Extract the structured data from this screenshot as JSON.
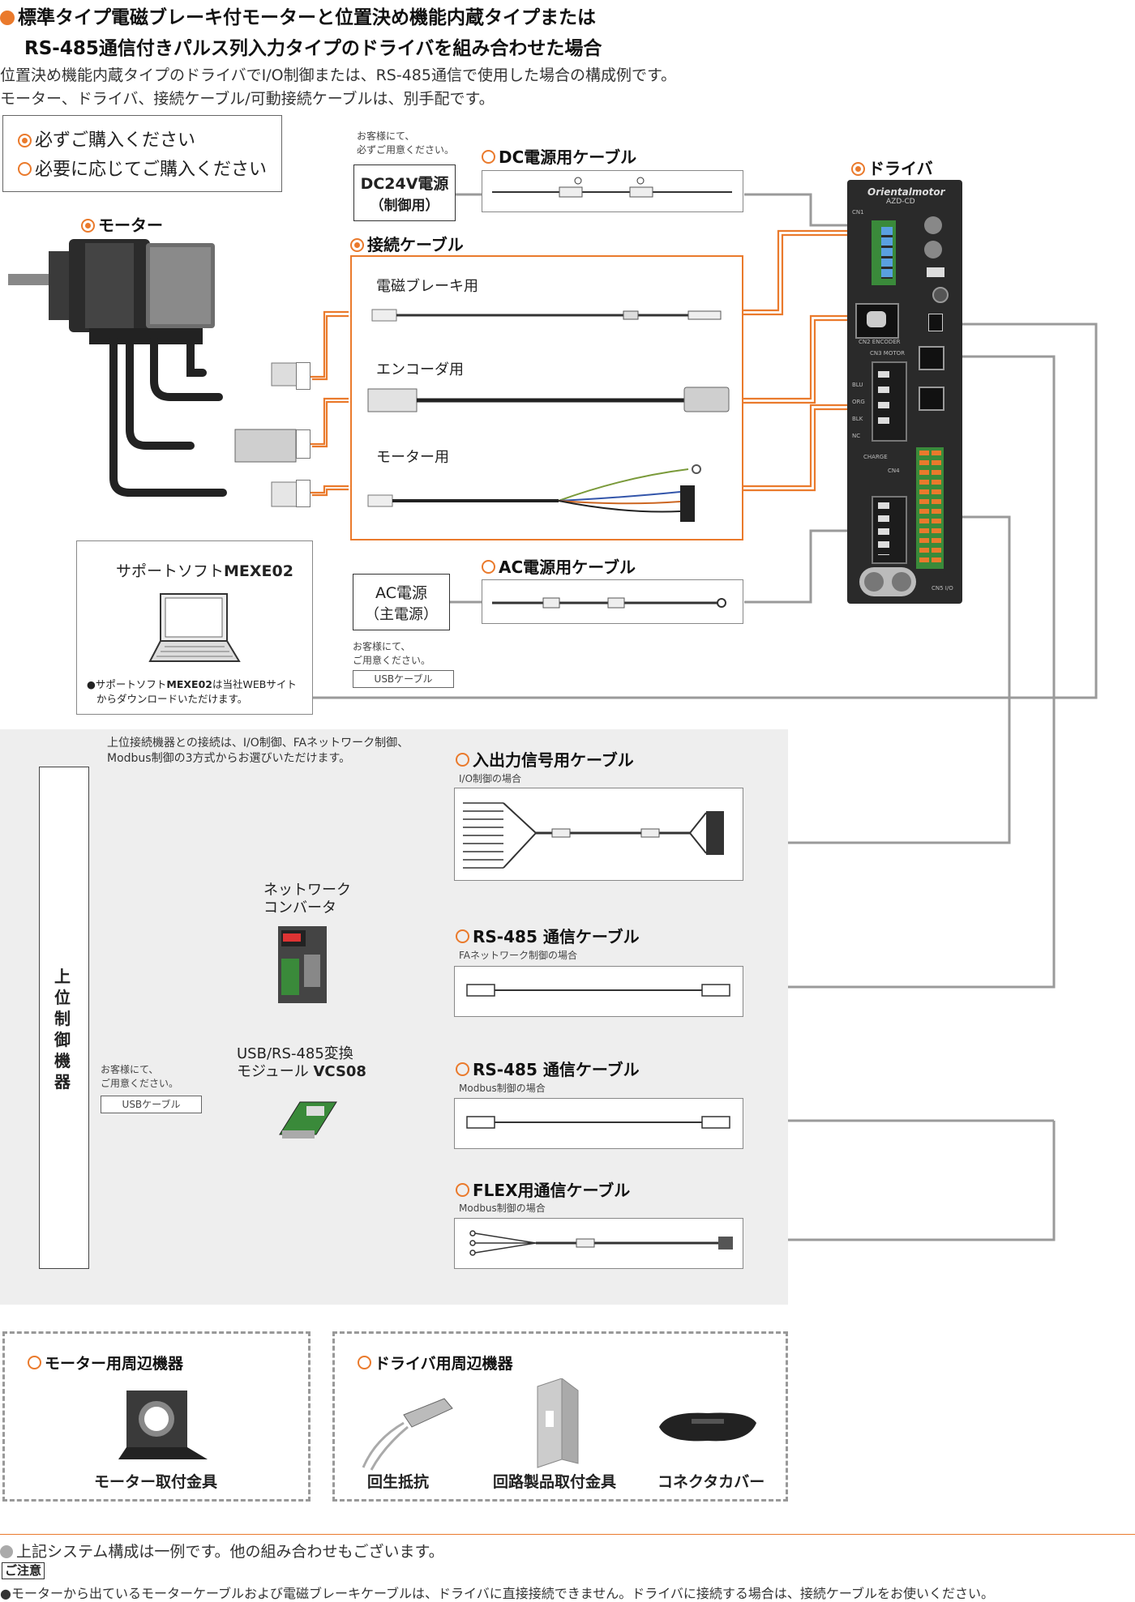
{
  "header": {
    "title_line1": "標準タイプ電磁ブレーキ付モーターと位置決め機能内蔵タイプまたは",
    "title_line2": "RS-485通信付きパルス列入力タイプのドライバを組み合わせた場合",
    "desc_line1": "位置決め機能内蔵タイプのドライバでI/O制御または、RS-485通信で使用した場合の構成例です。",
    "desc_line2": "モーター、ドライバ、接続ケーブル/可動接続ケーブルは、別手配です。"
  },
  "legend": {
    "required": "必ずご購入ください",
    "optional": "必要に応じてご購入ください"
  },
  "motor": {
    "label": "モーター"
  },
  "driver": {
    "label": "ドライバ",
    "brand": "Orientalmotor",
    "model": "AZD-CD",
    "port_cn1": "CN1",
    "port_cn2": "CN2 ENCODER",
    "port_cn3": "CN3 MOTOR",
    "port_cn4": "CN4",
    "port_cn5": "CN5",
    "port_io": "CN5 I/O",
    "charge": "CHARGE",
    "motor_pins": [
      "BLU",
      "ORG",
      "BLK",
      "NC"
    ]
  },
  "dc_power": {
    "note_line1": "お客様にて、",
    "note_line2": "必ずご用意ください。",
    "label_line1": "DC24V電源",
    "label_line2": "（制御用）",
    "cable_label": "DC電源用ケーブル"
  },
  "connection_cables": {
    "title": "接続ケーブル",
    "brake": "電磁ブレーキ用",
    "encoder": "エンコーダ用",
    "motor": "モーター用"
  },
  "support_soft": {
    "title_prefix": "サポートソフト",
    "title_bold": "MEXE02",
    "note_prefix": "●サポートソフト",
    "note_bold": "MEXE02",
    "note_rest": "は当社WEBサイト",
    "note_line2": "からダウンロードいただけます。"
  },
  "ac_power": {
    "label_line1": "AC電源",
    "label_line2": "（主電源）",
    "cable_label": "AC電源用ケーブル"
  },
  "usb_note": {
    "line1": "お客様にて、",
    "line2": "ご用意ください。",
    "cable": "USBケーブル"
  },
  "host": {
    "intro_line1": "上位接続機器との接続は、I/O制御、FAネットワーク制御、",
    "intro_line2": "Modbus制御の3方式からお選びいただけます。",
    "controller_label": "上位制御機器",
    "network_converter_line1": "ネットワーク",
    "network_converter_line2": "コンバータ",
    "usb_module_line1": "USB/RS-485変換",
    "usb_module_line2_prefix": "モジュール ",
    "usb_module_line2_bold": "VCS08",
    "usb_note_line1": "お客様にて、",
    "usb_note_line2": "ご用意ください。",
    "usb_note_cable": "USBケーブル"
  },
  "host_cables": [
    {
      "title": "入出力信号用ケーブル",
      "sub": "I/O制御の場合"
    },
    {
      "title": "RS-485 通信ケーブル",
      "sub": "FAネットワーク制御の場合"
    },
    {
      "title": "RS-485 通信ケーブル",
      "sub": "Modbus制御の場合"
    },
    {
      "title": "FLEX用通信ケーブル",
      "sub": "Modbus制御の場合"
    }
  ],
  "peripherals": {
    "motor_group_title": "モーター用周辺機器",
    "motor_bracket": "モーター取付金具",
    "driver_group_title": "ドライバ用周辺機器",
    "regen_resistor": "回生抵抗",
    "din_bracket": "回路製品取付金具",
    "connector_cover": "コネクタカバー"
  },
  "footer": {
    "note": "上記システム構成は一例です。他の組み合わせもございます。",
    "caution_title": "ご注意",
    "caution_text": "●モーターから出ているモーターケーブルおよび電磁ブレーキケーブルは、ドライバに直接接続できません。ドライバに接続する場合は、接続ケーブルをお使いください。"
  },
  "colors": {
    "accent_orange": "#ea7a2c",
    "wire_gray": "#9a9a9a",
    "host_panel_bg": "#eeeeee"
  }
}
